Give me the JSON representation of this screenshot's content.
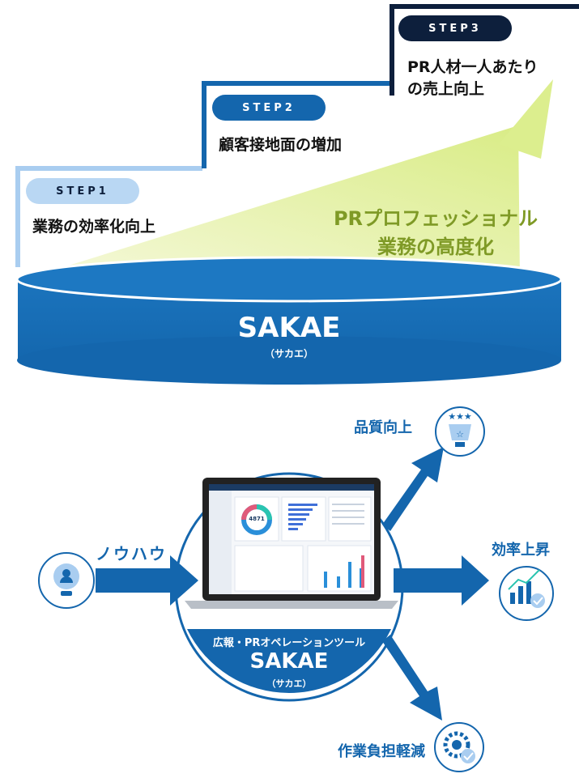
{
  "steps": [
    {
      "label": "STEP1",
      "text": "業務の効率化向上"
    },
    {
      "label": "STEP2",
      "text": "顧客接地面の増加"
    },
    {
      "label": "STEP3",
      "text_line1": "PR人材一人あたり",
      "text_line2": "の売上向上"
    }
  ],
  "growth": {
    "line1": "PRプロフェッショナル",
    "line2": "業務の高度化"
  },
  "base": {
    "name": "SAKAE",
    "reading": "（サカエ）"
  },
  "tool": {
    "caption": "広報・PRオペレーションツール",
    "name": "SAKAE",
    "reading": "（サカエ）"
  },
  "input_label": "ノウハウ",
  "outputs": {
    "quality": "品質向上",
    "efficiency": "効率上昇",
    "burden": "作業負担軽減"
  },
  "dashboard": {
    "metric": "4871"
  },
  "colors": {
    "primary": "#1466ad",
    "navy": "#0d1f3c",
    "lightblue": "#a9cdf0",
    "olive": "#7f9a26",
    "lime": "#e8f2a6"
  }
}
